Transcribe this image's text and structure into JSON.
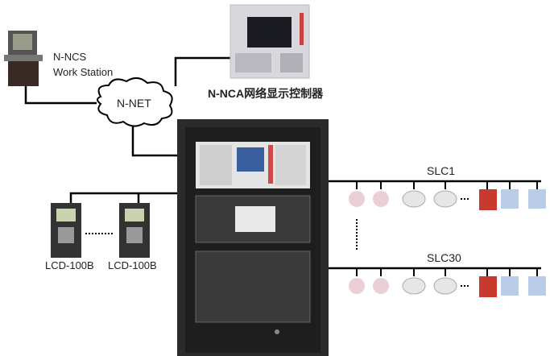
{
  "workstation": {
    "line1": "N-NCS",
    "line2": "Work Station"
  },
  "network": {
    "label": "N-NET"
  },
  "nca": {
    "label": "N-NCA网络显示控制器"
  },
  "lcd": [
    {
      "label": "LCD-100B"
    },
    {
      "label": "LCD-100B"
    }
  ],
  "loops": [
    {
      "label": "SLC1"
    },
    {
      "label": "SLC30"
    }
  ],
  "colors": {
    "line": "#000000",
    "cabinet": "#2b2b2b",
    "screen": "#3a5f9e",
    "module": "#c83a30",
    "relay": "#b9cde8",
    "detector_pink": "#ead0d4"
  }
}
